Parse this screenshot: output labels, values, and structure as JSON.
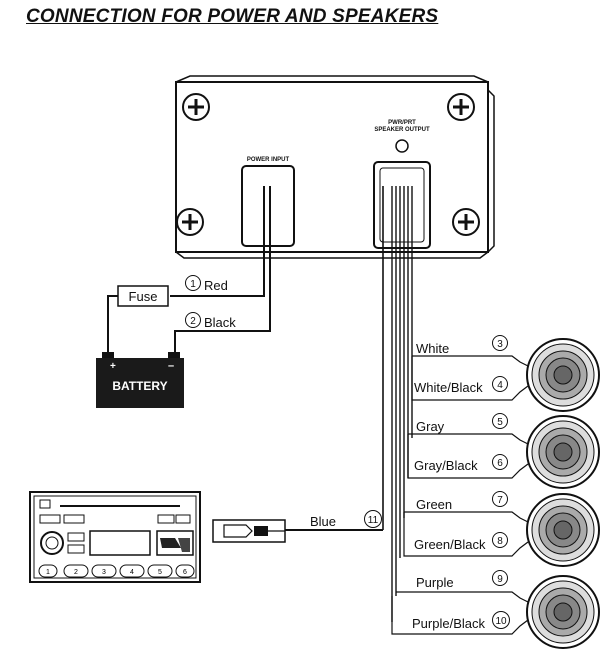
{
  "title": "CONNECTION FOR POWER AND SPEAKERS",
  "amplifier": {
    "power_input_label": "POWER INPUT",
    "speaker_output_label_1": "PWR/PRT",
    "speaker_output_label_2": "SPEAKER OUTPUT"
  },
  "fuse_label": "Fuse",
  "battery_label": "BATTERY",
  "power_wires": [
    {
      "number": "1",
      "color": "Red"
    },
    {
      "number": "2",
      "color": "Black"
    }
  ],
  "remote_wire": {
    "number": "11",
    "color": "Blue"
  },
  "speaker_wires": [
    {
      "number": "3",
      "color": "White"
    },
    {
      "number": "4",
      "color": "White/Black"
    },
    {
      "number": "5",
      "color": "Gray"
    },
    {
      "number": "6",
      "color": "Gray/Black"
    },
    {
      "number": "7",
      "color": "Green"
    },
    {
      "number": "8",
      "color": "Green/Black"
    },
    {
      "number": "9",
      "color": "Purple"
    },
    {
      "number": "10",
      "color": "Purple/Black"
    }
  ],
  "head_unit": {
    "preset_buttons": [
      "1",
      "2",
      "3",
      "4",
      "5",
      "6"
    ]
  }
}
